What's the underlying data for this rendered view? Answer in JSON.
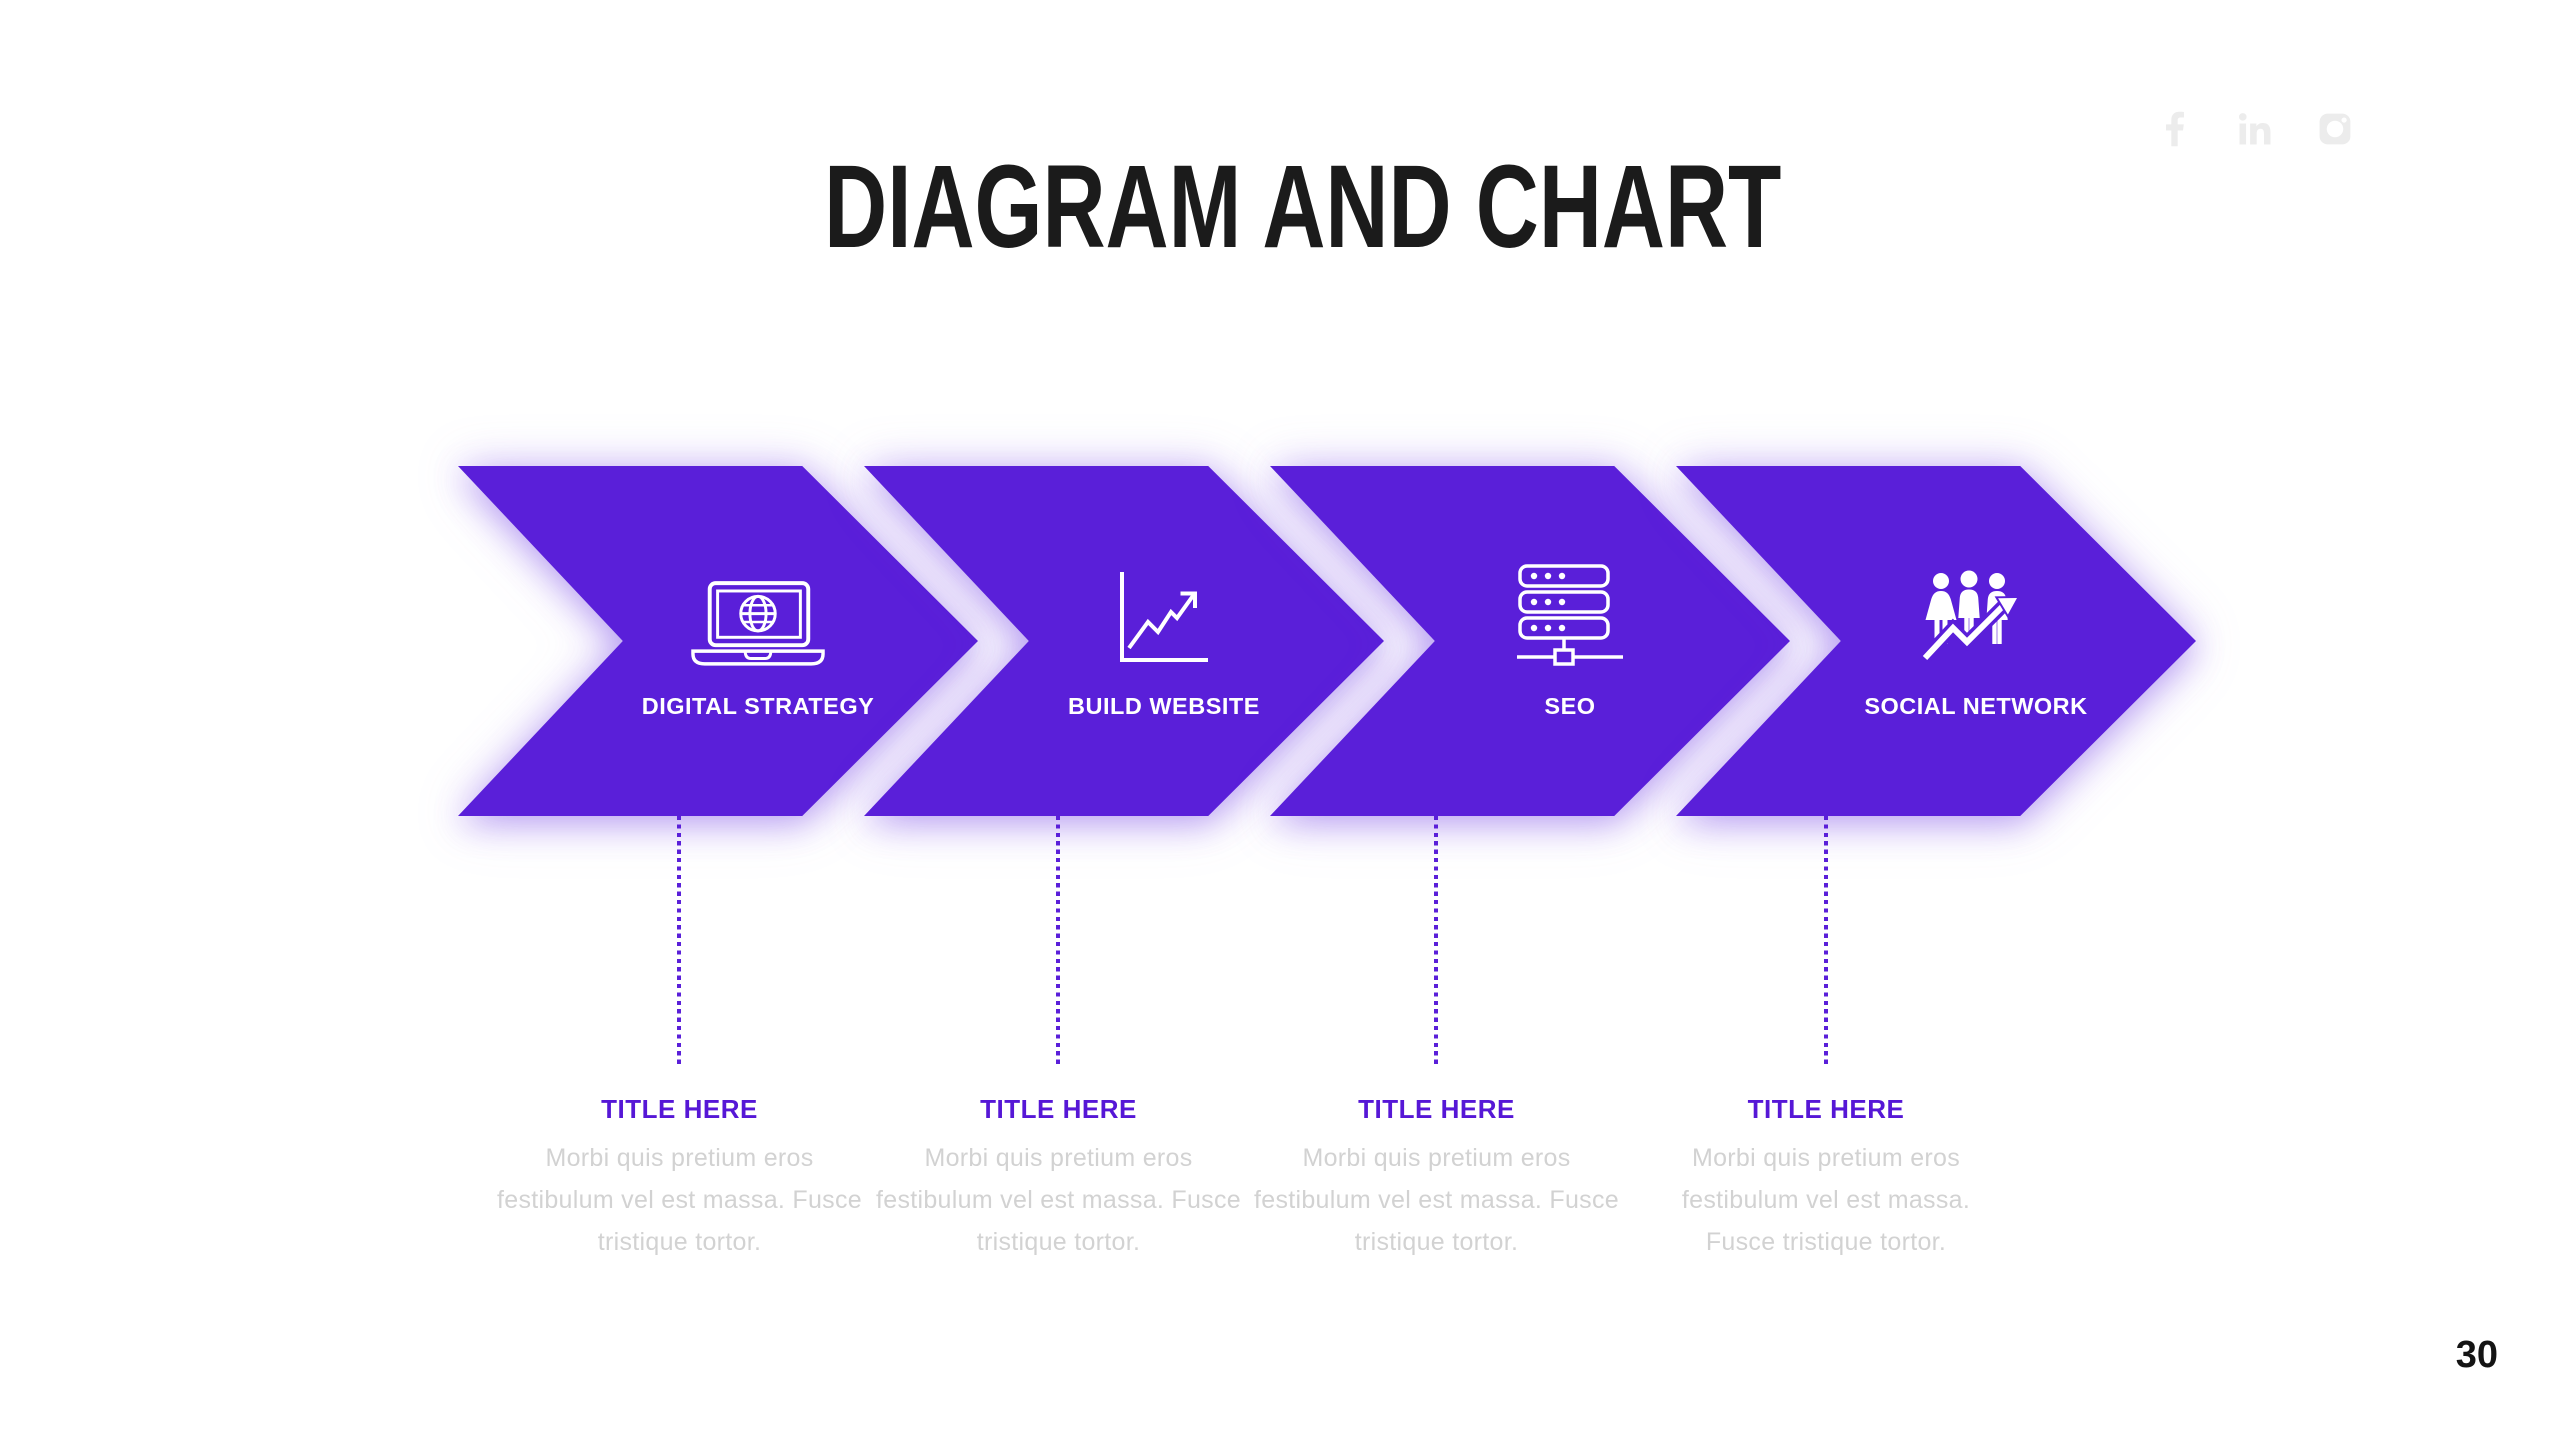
{
  "slide": {
    "title": "DIAGRAM AND CHART",
    "page_number": "30"
  },
  "social_bar": {
    "icons": [
      {
        "name": "facebook"
      },
      {
        "name": "linkedin"
      },
      {
        "name": "instagram"
      }
    ]
  },
  "colors": {
    "accent": "#5a1fd9",
    "arrow_fill": "#5a1fd9",
    "note_title": "#5617d6",
    "heading_text": "#1b1b1b",
    "body_text": "#d2d2d2",
    "social_icon": "#ececec",
    "step_label": "#ffffff"
  },
  "steps": [
    {
      "label": "DIGITAL STRATEGY",
      "icon": "laptop-globe",
      "note_title": "TITLE HERE",
      "note_text": "Morbi quis pretium eros festibulum vel est massa. Fusce tristique tortor."
    },
    {
      "label": "BUILD WEBSITE",
      "icon": "growth-chart",
      "note_title": "TITLE HERE",
      "note_text": "Morbi quis pretium eros festibulum vel est massa. Fusce tristique tortor."
    },
    {
      "label": "SEO",
      "icon": "server-network",
      "note_title": "TITLE HERE",
      "note_text": "Morbi quis pretium eros festibulum vel est massa. Fusce tristique tortor."
    },
    {
      "label": "SOCIAL NETWORK",
      "icon": "people-growth-arrow",
      "note_title": "TITLE HERE",
      "note_text": "Morbi quis pretium eros festibulum vel est massa. Fusce tristique tortor."
    }
  ]
}
